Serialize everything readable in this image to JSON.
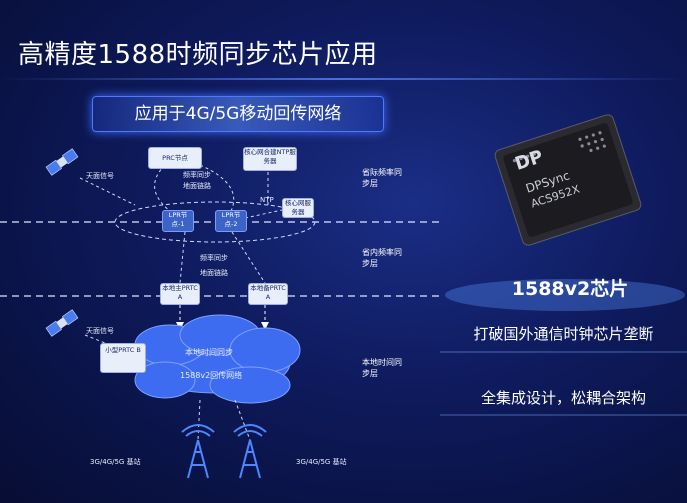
{
  "title": "高精度1588时频同步芯片应用",
  "banner": "应用于4G/5G移动回传网络",
  "nodes": {
    "prc": "PRC节点",
    "core_ntp": "核心网合建NTP服务器",
    "core_server": "核心网服务器",
    "lpr1": "LPR节点-1",
    "lpr2": "LPR节点-2",
    "prtc_a_main": "本地主PRTC A",
    "prtc_a_backup": "本地备PRTC A",
    "prtc_b": "小型PRTC B"
  },
  "labels": {
    "sky_top": "天面信号",
    "freq_sync_top": "频率同步",
    "ground_link_top": "地面链路",
    "ntp": "NTP",
    "freq_sync_mid": "频率同步",
    "ground_link_mid": "地面链路",
    "sky_bottom": "天面信号",
    "cloud_line1": "本地时间同步",
    "cloud_line2": "1588v2回传网络",
    "bs_left": "3G/4G/5G 基站",
    "bs_right": "3G/4G/5G 基站"
  },
  "layers": {
    "international": "省际频率同步层",
    "provincial": "省内频率同步层",
    "local": "本地时间同步层"
  },
  "chip": {
    "logo": "DP",
    "brand": "DPSync",
    "model": "ACS952X",
    "caption": "1588v2芯片"
  },
  "taglines": {
    "line1": "打破国外通信时钟芯片垄断",
    "line2": "全集成设计，松耦合架构"
  },
  "colors": {
    "accent": "#4f78ff",
    "node_blue": "#3c63c8"
  }
}
